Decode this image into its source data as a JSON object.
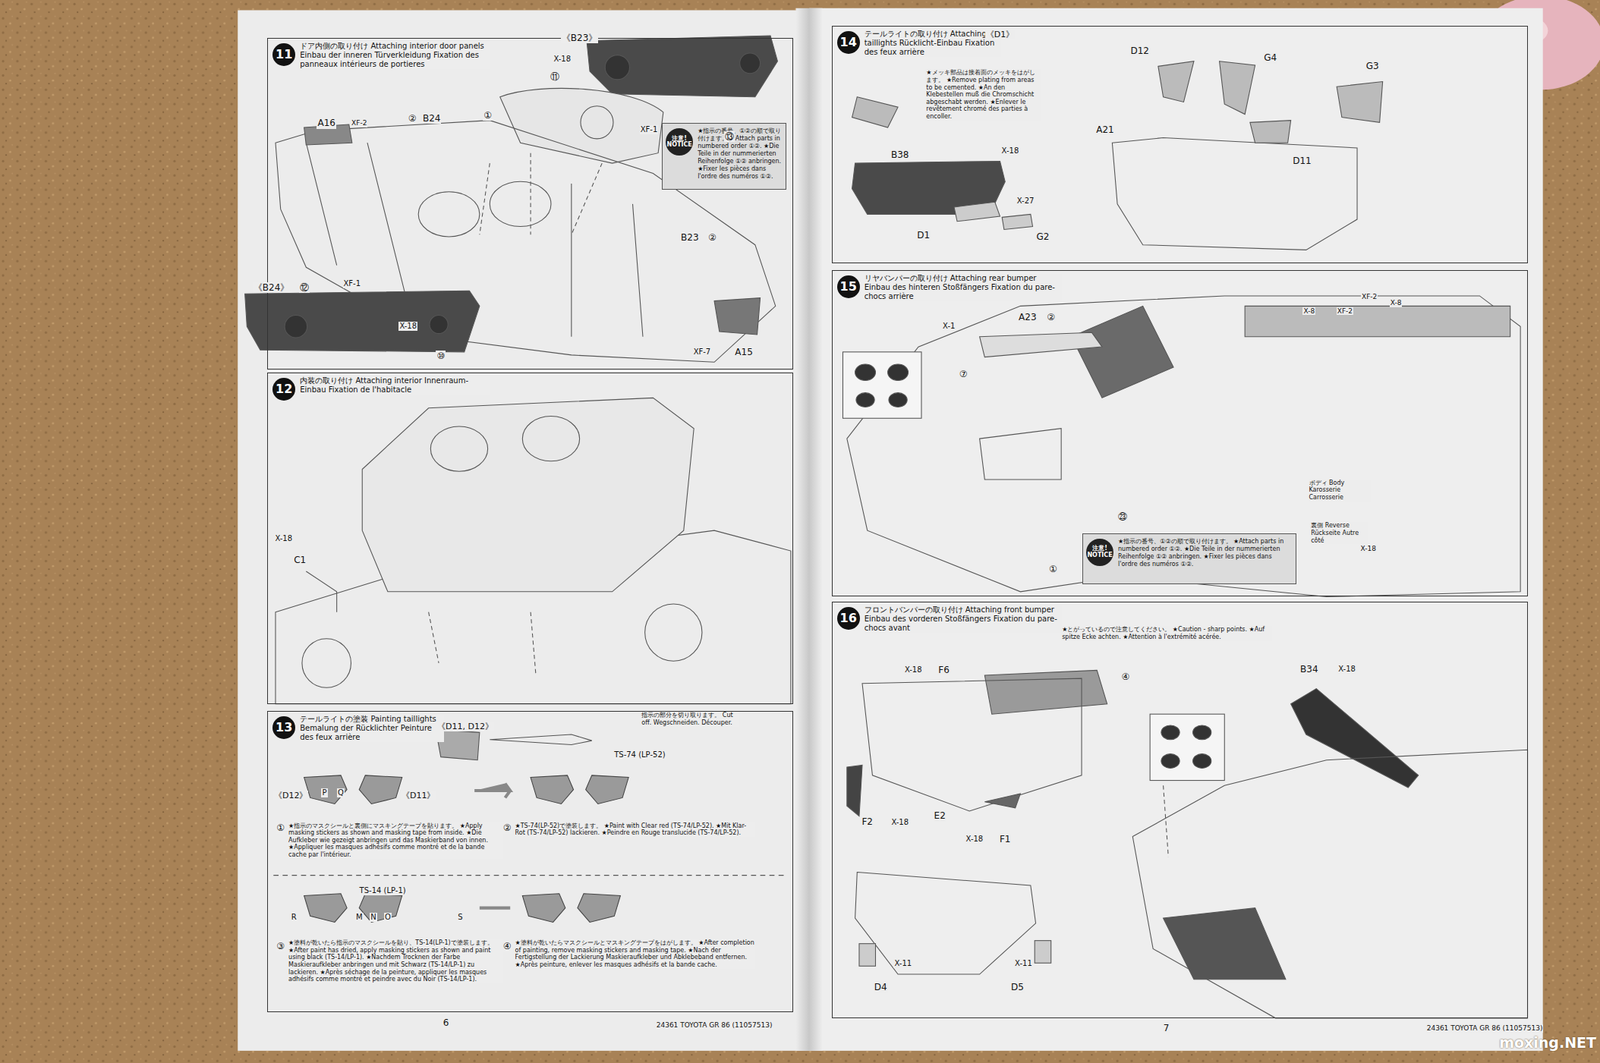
{
  "diagram": {
    "nodes": [
      {
        "text": [
          "11",
          "ドア内側の取り付け Attaching interior door panels Einbau der inneren Türverkleidung Fixation des panneaux intérieurs de portieres"
        ]
      },
      {
        "text": [
          "注意! NOTICE",
          "★指示の番号、①②の順で取り付けます。 ★Attach parts in numbered order ①②. ★Die Teile in der nummerierten Reihenfolge ①② anbringen. ★Fixer les pièces dans l'ordre des numéros ①②."
        ],
        "in": 0
      },
      {
        "text": [
          "12",
          "内装の取り付け Attaching interior Innenraum-Einbau Fixation de l'habitacle"
        ]
      },
      {
        "text": [
          "13",
          "テールライトの塗装 Painting taillights Bemalung der Rücklichter Peinture des feux arrière"
        ]
      },
      {
        "text": [
          "14",
          "テールライトの取り付け Attaching taillights Rücklicht-Einbau Fixation des feux arrière"
        ]
      },
      {
        "text": [
          "15",
          "リヤバンパーの取り付け Attaching rear bumper Einbau des hinteren Stoßfängers Fixation du pare-chocs arrière"
        ]
      },
      {
        "text": [
          "注意! NOTICE",
          "★指示の番号、①②の順で取り付けます。 ★Attach parts in numbered order ①②. ★Die Teile in der nummerierten Reihenfolge ①② anbringen. ★Fixer les pièces dans l'ordre des numéros ①②."
        ],
        "in": 5
      },
      {
        "text": [
          "16",
          "フロントバンパーの取り付け Attaching front bumper Einbau des vorderen Stoßfängers Fixation du pare-chocs avant"
        ]
      }
    ],
    "labels": [
      "《B23》",
      "X-18",
      "⑪",
      "XF-1",
      "⑬",
      "①",
      "A16",
      "XF-2",
      "②",
      "B24",
      "B23",
      "②",
      "《B24》",
      "⑫",
      "XF-1",
      "X-18",
      "⑩",
      "XF-7",
      "A15",
      "X-18",
      "C1",
      "《D11, D12》",
      "指示の部分を切り取ります。 Cut off. Wegschneiden. Découper.",
      "《D12》",
      "P",
      "Q",
      "《D11》",
      "TS-74 (LP-52)",
      "①",
      "★指示のマスクシールと裏側にマスキングテープを貼ります。 ★Apply masking stickers as shown and masking tape from inside. ★Die Aufkleber wie gezeigt anbringen und das Maskierband von innen. ★Appliquer les masques adhésifs comme montré et de la bande cache par l'intérieur.",
      "②",
      "★TS-74(LP-52)で塗装します。 ★Paint with Clear red (TS-74/LP-52). ★Mit Klar-Rot (TS-74/LP-52) lackieren. ★Peindre en Rouge translucide (TS-74/LP-52).",
      "R",
      "TS-14 (LP-1)",
      "M",
      "N",
      "O",
      "S",
      "③",
      "★塗料が乾いたら指示のマスクシールを貼り、TS-14(LP-1)で塗装します。 ★After paint has dried, apply masking stickers as shown and paint using black (TS-14/LP-1). ★Nachdem Trocknen der Farbe Maskieraufkleber anbringen und mit Schwarz (TS-14/LP-1) zu lackieren. ★Après séchage de la peinture, appliquer les masques adhésifs comme montré et peindre avec du Noir (TS-14/LP-1).",
      "④",
      "★塗料が乾いたらマスクシールとマスキングテープをはがします。 ★After completion of painting, remove masking stickers and masking tape. ★Nach der Fertigstellung der Lackierung Maskieraufkleber und Abklebeband entfernen. ★Après peinture, enlever les masques adhésifs et la bande cache.",
      "6",
      "24361 TOYOTA GR 86 (11057513)",
      "《D1》",
      "★メッキ部品は接着面のメッキをはがします。 ★Remove plating from areas to be cemented. ★An den Klebestellen muß die Chromschicht abgeschabt werden. ★Enlever le revêtement chromé des parties à encoller.",
      "D12",
      "G4",
      "G3",
      "A21",
      "D11",
      "B38",
      "X-18",
      "X-27",
      "D1",
      "G2",
      "X-8",
      "XF-2",
      "XF-2",
      "X-8",
      "X-1",
      "A23",
      "②",
      "⑦",
      "㉓",
      "①",
      "ボディ Body Karosserie Carrosserie",
      "裏側 Reverse Rückseite Autre côté",
      "X-18",
      "★とがっているので注意してください。 ★Caution - sharp points. ★Auf spitze Ecke achten. ★Attention à l'extrémité acérée.",
      "X-18",
      "F6",
      "④",
      "B34",
      "X-18",
      "F2",
      "X-18",
      "E2",
      "X-18",
      "F1",
      "X-11",
      "X-11",
      "D4",
      "D5",
      "7",
      "24361 TOYOTA GR 86 (11057513)",
      "moxing.NET"
    ]
  }
}
